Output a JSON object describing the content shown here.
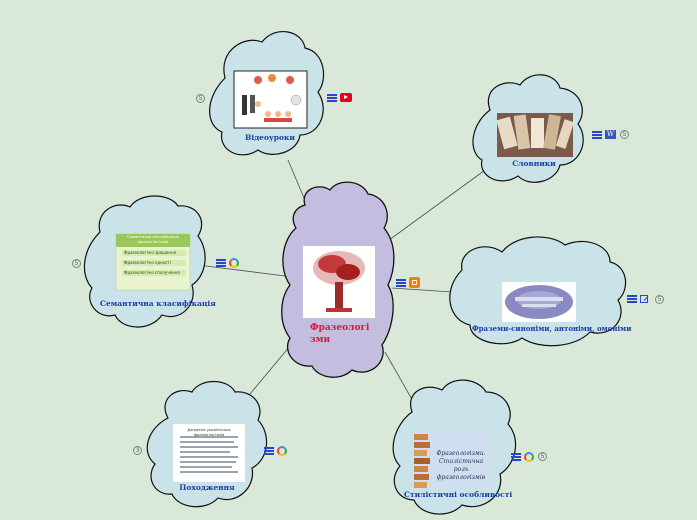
{
  "center": {
    "title": "Фразеологізми"
  },
  "branches": [
    {
      "id": "videouroky",
      "label": "Відеоуроки",
      "collapsed_count": "5",
      "attachment": "youtube-icon"
    },
    {
      "id": "slovnyky",
      "label": "Словники",
      "collapsed_count": "5",
      "attachment": "wikipedia-icon"
    },
    {
      "id": "semantic",
      "label": "Семантична класифікація",
      "collapsed_count": "5",
      "attachment": "google-icon"
    },
    {
      "id": "synonyms",
      "label": "Фраземи-синоніми, антоніми, омоніми",
      "collapsed_count": "5",
      "attachment": "link-icon"
    },
    {
      "id": "origin",
      "label": "Походження",
      "collapsed_count": "3",
      "attachment": "google-icon"
    },
    {
      "id": "style",
      "label": "Стилістичні особливості",
      "collapsed_count": "5",
      "attachment": "google-icon"
    }
  ],
  "semantic_card": {
    "header": "Семантична класифікація фразеологізмів",
    "rows": [
      "Фразеологічні зрощення",
      "Фразеологічні єдності",
      "Фразеологічні сполучення"
    ]
  },
  "origin_card": {
    "header": "Джерела українських фразеологізмів"
  },
  "style_card": {
    "text": "Фразеологізми. Стилістична роль фразеологізмів"
  },
  "colors": {
    "background": "#d9e8d9",
    "bubble": "#c9e3e8",
    "center": "#c4bde0",
    "label": "#1a3fa8",
    "center_label": "#d21a3c"
  }
}
